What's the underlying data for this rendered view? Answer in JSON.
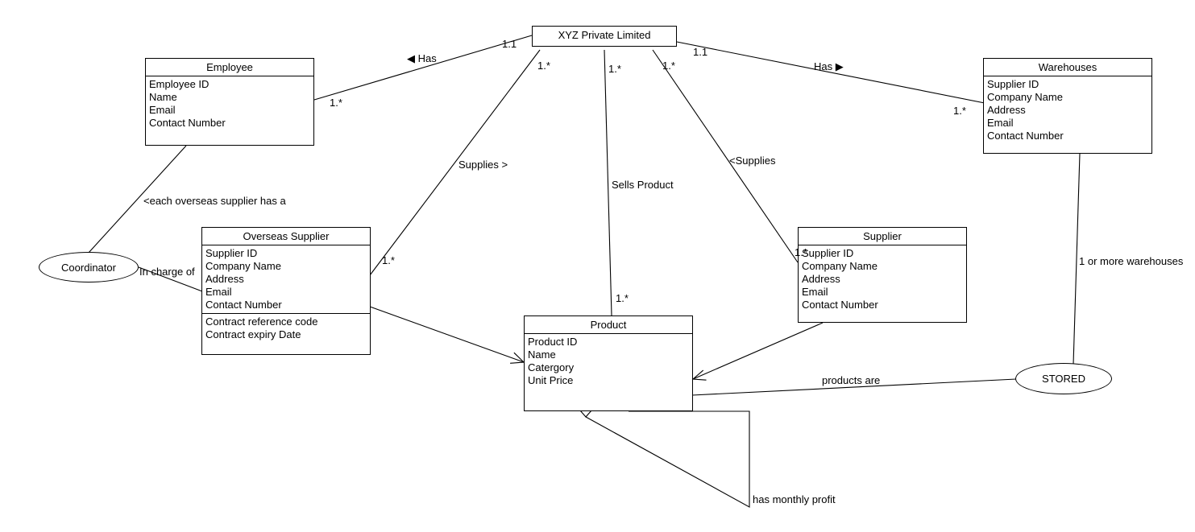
{
  "company": {
    "name": "XYZ Private Limited"
  },
  "employee": {
    "name": "Employee",
    "attributes": [
      "Employee ID",
      "Name",
      "Email",
      "Contact Number"
    ]
  },
  "warehouses": {
    "name": "Warehouses",
    "attributes": [
      "Supplier ID",
      "Company Name",
      "Address",
      "Email",
      "Contact Number"
    ]
  },
  "overseas_supplier": {
    "name": "Overseas Supplier",
    "attributes": [
      "Supplier ID",
      "Company Name",
      "Address",
      "Email",
      "Contact Number"
    ],
    "extra_attributes": [
      "Contract reference code",
      "Contract expiry Date"
    ]
  },
  "supplier": {
    "name": "Supplier",
    "attributes": [
      "Supplier ID",
      "Company Name",
      "Address",
      "Email",
      "Contact Number"
    ]
  },
  "product": {
    "name": "Product",
    "attributes": [
      "Product ID",
      "Name",
      "Catergory",
      "Unit Price"
    ]
  },
  "coordinator": {
    "label": "Coordinator"
  },
  "stored": {
    "label": "STORED"
  },
  "labels": {
    "has_left": "◀ Has",
    "has_right": "Has ▶",
    "supplies_right": "Supplies >",
    "supplies_left": "<Supplies",
    "sells_product": "Sells Product",
    "each_overseas": "<each overseas supplier has a",
    "in_charge_of": "In charge of",
    "one_or_more_warehouses": "1 or more warehouses",
    "products_are": "products are",
    "has_monthly_profit": "has monthly profit"
  },
  "multiplicities": {
    "company_employee": "1.1",
    "employee_company": "1.*",
    "company_warehouse": "1.1",
    "warehouse_company": "1.*",
    "company_overseas": "1.*",
    "overseas_company": "1.*",
    "company_product": "1.*",
    "product_company": "1.*",
    "company_supplier": "1.*",
    "supplier_company": "1.*"
  }
}
